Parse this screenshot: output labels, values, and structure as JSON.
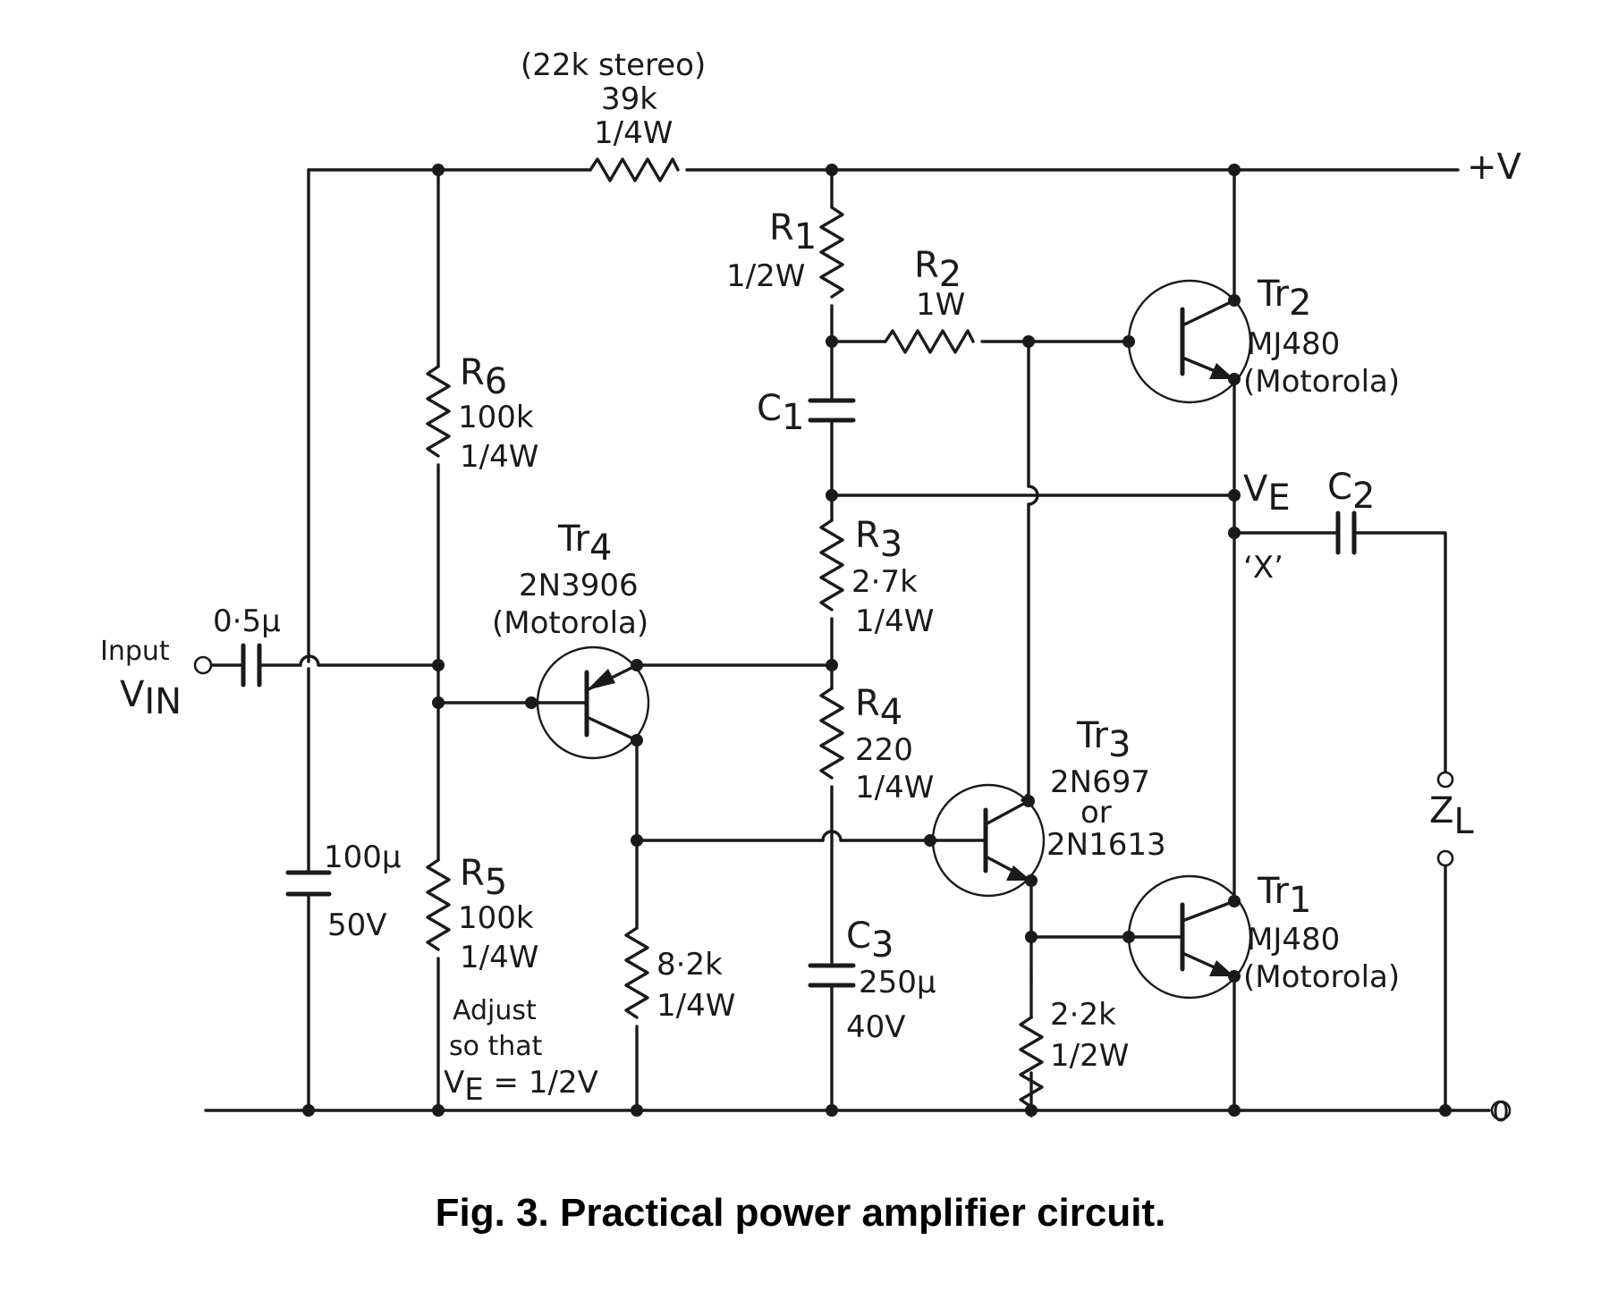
{
  "figure": {
    "caption": "Fig. 3. Practical power amplifier circuit."
  },
  "supply": {
    "positive": "+V",
    "ground": "0"
  },
  "input": {
    "label_top": "Input",
    "label_bottom": "V",
    "label_sub": "IN",
    "coupling_cap": "0·5µ"
  },
  "feedback_resistor": {
    "note": "(22k stereo)",
    "value": "39k",
    "power": "1/4W"
  },
  "r1": {
    "name": "R",
    "sub": "1",
    "power": "1/2W"
  },
  "r2": {
    "name": "R",
    "sub": "2",
    "power": "1W"
  },
  "c1": {
    "name": "C",
    "sub": "1"
  },
  "r3": {
    "name": "R",
    "sub": "3",
    "value": "2·7k",
    "power": "1/4W"
  },
  "r4": {
    "name": "R",
    "sub": "4",
    "value": "220",
    "power": "1/4W"
  },
  "c3": {
    "name": "C",
    "sub": "3",
    "value": "250µ",
    "voltage": "40V"
  },
  "r6": {
    "name": "R",
    "sub": "6",
    "value": "100k",
    "power": "1/4W"
  },
  "r5": {
    "name": "R",
    "sub": "5",
    "value": "100k",
    "power": "1/4W"
  },
  "adjust_note": {
    "line1": "Adjust",
    "line2": "so that",
    "line3_a": "V",
    "line3_sub": "E",
    "line3_b": " = 1/2V"
  },
  "decoupling_cap": {
    "value": "100µ",
    "voltage": "50V"
  },
  "tr4": {
    "name": "Tr",
    "sub": "4",
    "type": "2N3906",
    "maker": "(Motorola)"
  },
  "tr4_load": {
    "value": "8·2k",
    "power": "1/4W"
  },
  "tr3": {
    "name": "Tr",
    "sub": "3",
    "type1": "2N697",
    "or": "or",
    "type2": "2N1613"
  },
  "tr3_emitter_resistor": {
    "value": "2·2k",
    "power": "1/2W"
  },
  "tr2": {
    "name": "Tr",
    "sub": "2",
    "type": "MJ480",
    "maker": "(Motorola)"
  },
  "tr1": {
    "name": "Tr",
    "sub": "1",
    "type": "MJ480",
    "maker": "(Motorola)"
  },
  "output": {
    "ve_main": "V",
    "ve_sub": "E",
    "node_x": "‘X’",
    "cap_name": "C",
    "cap_sub": "2",
    "load_main": "Z",
    "load_sub": "L"
  }
}
